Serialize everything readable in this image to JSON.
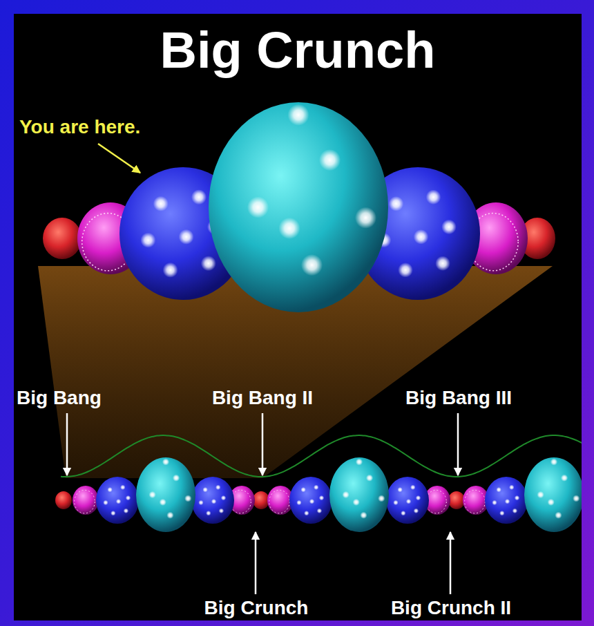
{
  "diagram": {
    "title": "Big Crunch",
    "labels": [
      "You are here.",
      "Big Bang",
      "Big Bang II",
      "Big Bang III",
      "Big Crunch",
      "Big Crunch II"
    ]
  }
}
